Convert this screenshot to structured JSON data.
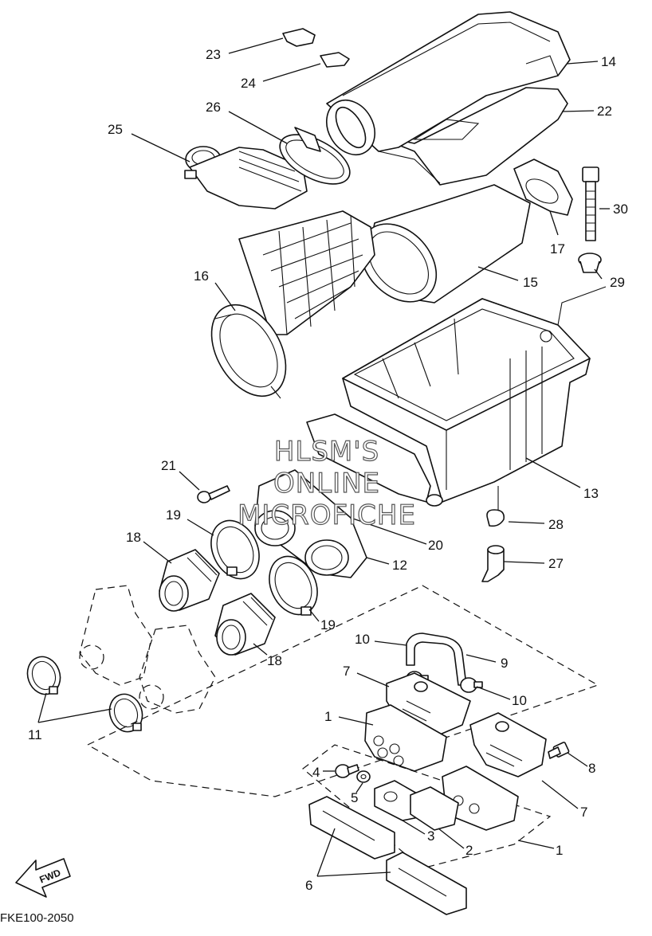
{
  "diagram_code": "FKE100-2050",
  "watermark": {
    "line1": "HLSM'S",
    "line2": "ONLINE",
    "line3": "MICROFICHE"
  },
  "fwd_label": "FWD",
  "callouts": {
    "c1a": "1",
    "c1b": "1",
    "c2": "2",
    "c3": "3",
    "c4": "4",
    "c5": "5",
    "c6": "6",
    "c7a": "7",
    "c7b": "7",
    "c8": "8",
    "c9": "9",
    "c10a": "10",
    "c10b": "10",
    "c11": "11",
    "c12": "12",
    "c13": "13",
    "c14": "14",
    "c15": "15",
    "c16": "16",
    "c17": "17",
    "c18a": "18",
    "c18b": "18",
    "c19a": "19",
    "c19b": "19",
    "c20": "20",
    "c21": "21",
    "c22": "22",
    "c23": "23",
    "c24": "24",
    "c25": "25",
    "c26": "26",
    "c27": "27",
    "c28": "28",
    "c29": "29",
    "c30": "30"
  }
}
